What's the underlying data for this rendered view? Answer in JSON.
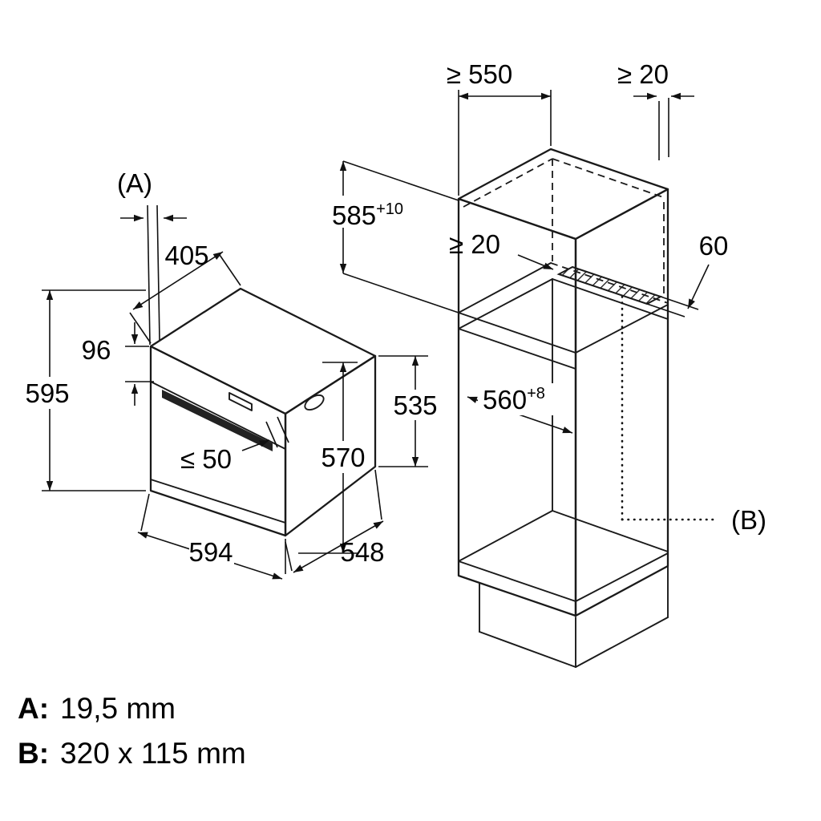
{
  "colors": {
    "background": "#ffffff",
    "line": "#1a1a1a"
  },
  "diagram": {
    "oven": {
      "label_a": "(A)",
      "dim_top_depth": "405",
      "dim_panel_height": "96",
      "dim_total_height": "595",
      "dim_handle_clearance": "≤ 50",
      "dim_front_height": "570",
      "dim_rear_height": "535",
      "dim_width": "594",
      "dim_body_depth": "548"
    },
    "cabinet": {
      "dim_min_depth": "≥ 550",
      "dim_rear_wall_gap": "≥ 20",
      "dim_niche_height": "585",
      "dim_niche_height_tol": "+10",
      "dim_shelf_rear_gap": "≥ 20",
      "dim_vent_depth": "60",
      "dim_niche_width": "560",
      "dim_niche_width_tol": "+8",
      "label_b": "(B)"
    },
    "legend": {
      "a_key": "A:",
      "a_value": "19,5 mm",
      "b_key": "B:",
      "b_value": "320 x 115 mm"
    }
  }
}
